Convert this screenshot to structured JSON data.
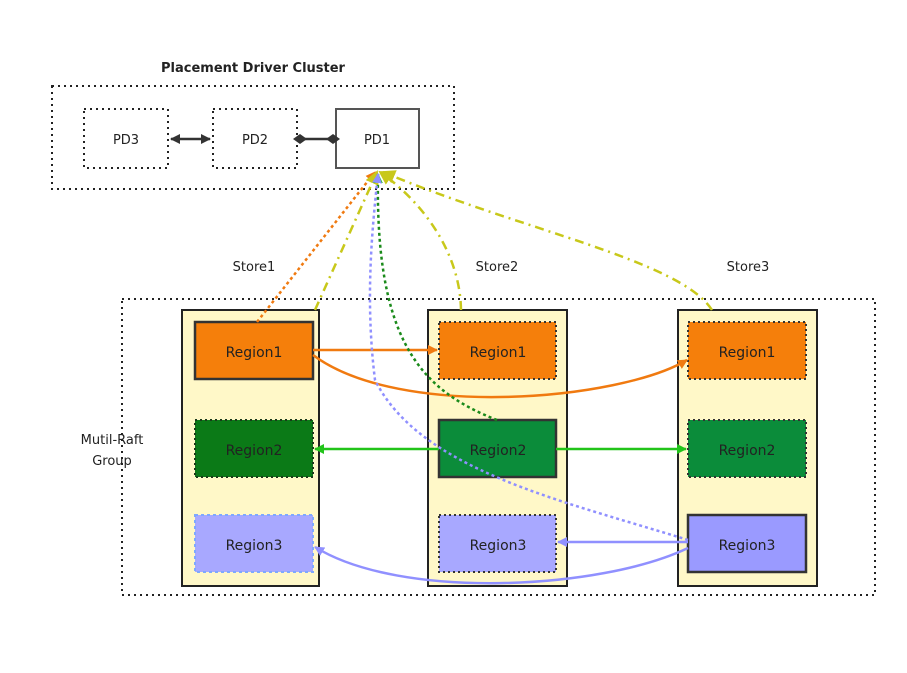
{
  "pd_cluster": {
    "title": "Placement Driver Cluster",
    "nodes": [
      {
        "id": "PD3",
        "label": "PD3",
        "leader": false
      },
      {
        "id": "PD2",
        "label": "PD2",
        "leader": false
      },
      {
        "id": "PD1",
        "label": "PD1",
        "leader": true
      }
    ]
  },
  "raft_group": {
    "label_line1": "Mutil-Raft",
    "label_line2": "Group"
  },
  "stores": [
    {
      "label": "Store1",
      "regions": [
        {
          "label": "Region1",
          "leader": true
        },
        {
          "label": "Region2",
          "leader": false
        },
        {
          "label": "Region3",
          "leader": false
        }
      ]
    },
    {
      "label": "Store2",
      "regions": [
        {
          "label": "Region1",
          "leader": false
        },
        {
          "label": "Region2",
          "leader": true
        },
        {
          "label": "Region3",
          "leader": false
        }
      ]
    },
    {
      "label": "Store3",
      "regions": [
        {
          "label": "Region1",
          "leader": false
        },
        {
          "label": "Region2",
          "leader": false
        },
        {
          "label": "Region3",
          "leader": true
        }
      ]
    }
  ],
  "colors": {
    "store_fill": "#fff8c8",
    "region1": "#f57f0b",
    "region2": "#0b8c3a",
    "region2_follower": "#0b7a17",
    "region3": "#a8a8ff",
    "region3_leader": "#9a9aff",
    "pd_heartbeat": "#c8c81a",
    "arrow_orange": "#f07a10",
    "arrow_green": "#22c41a",
    "arrow_green_dotted": "#1a8a1a",
    "arrow_blue": "#9090ff"
  }
}
